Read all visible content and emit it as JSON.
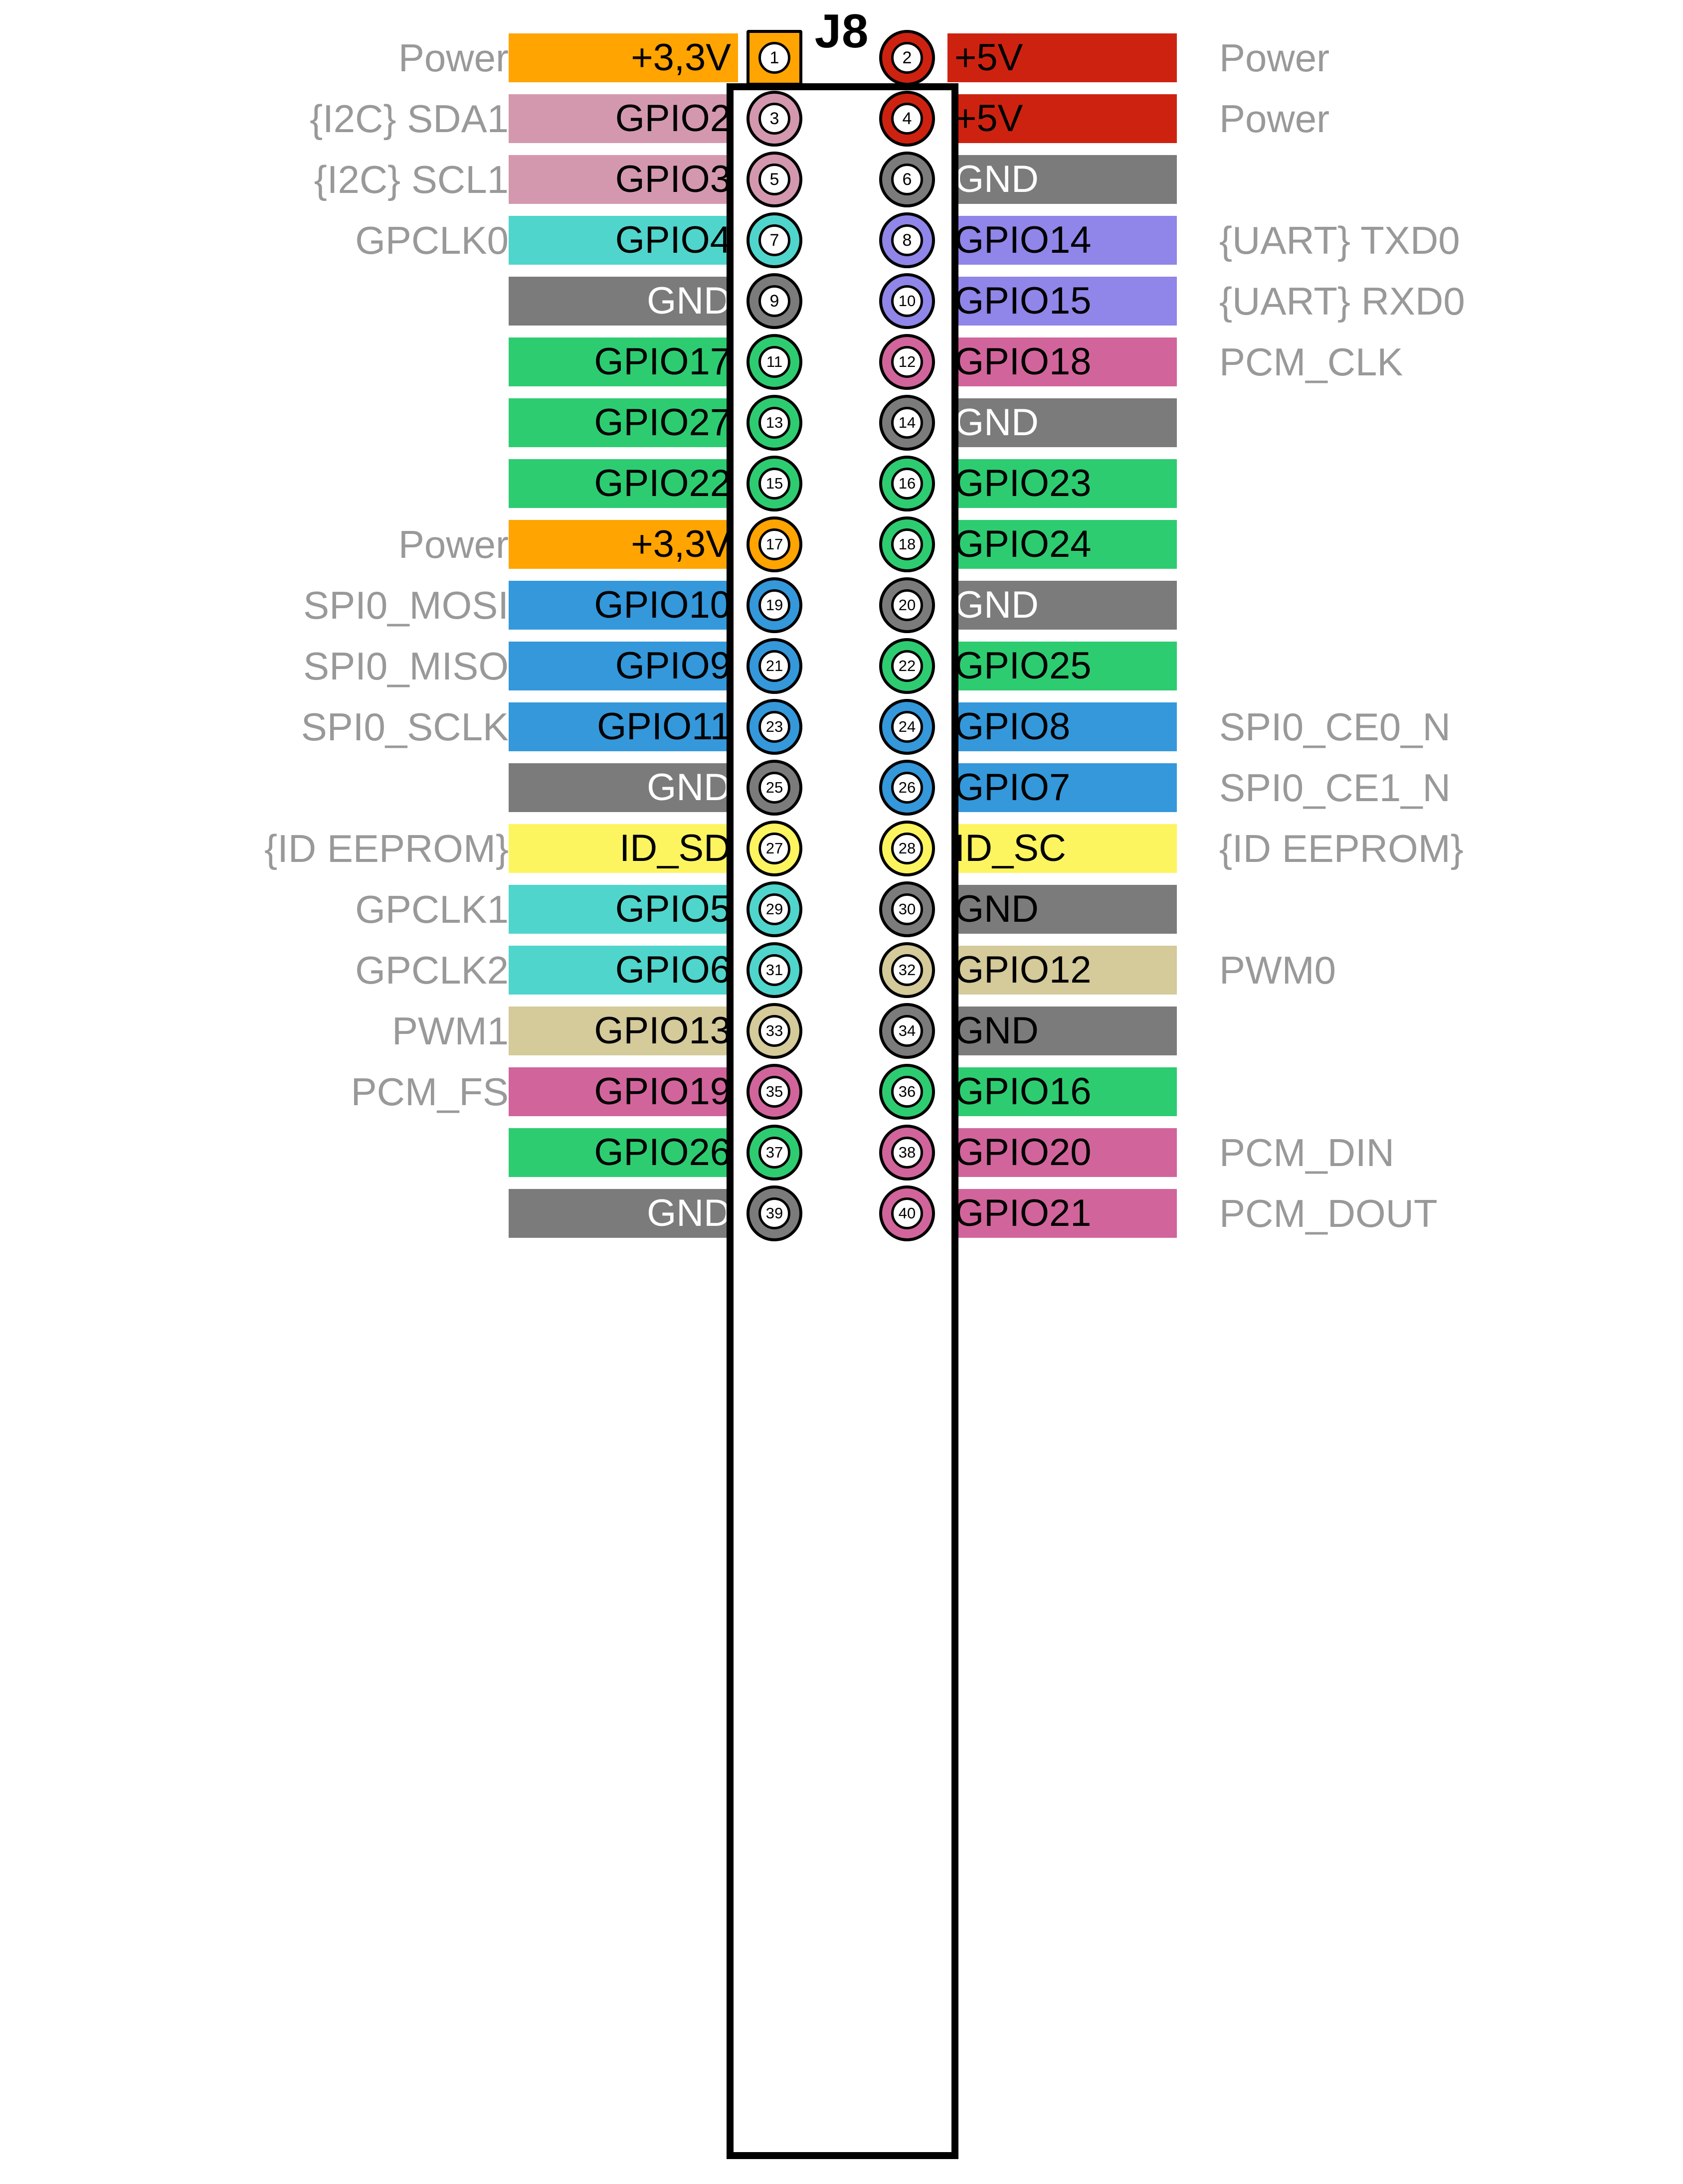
{
  "header": {
    "title": "J8"
  },
  "colors": {
    "power_3v3": "#FFA400",
    "power_5v": "#CE2211",
    "ground": "#7B7B7B",
    "i2c": "#D498AE",
    "gpclk": "#50D5CC",
    "uart": "#9085E8",
    "gpio_green": "#2ECC71",
    "pcm": "#D1659B",
    "spi": "#3498DB",
    "eeprom": "#FDF55F",
    "pwm": "#D4CA9A",
    "label_gray": "#999999",
    "outline": "#000000",
    "white": "#FFFFFF"
  },
  "rows": [
    {
      "pin_left": "1",
      "pin_right": "2",
      "left_fn": "Power",
      "left_name": "+3,3V",
      "left_color": "#FFA400",
      "left_text": "#000000",
      "left_shape": "square",
      "right_fn": "Power",
      "right_name": "+5V",
      "right_color": "#CE2211",
      "right_text": "#000000",
      "right_shape": "circle"
    },
    {
      "pin_left": "3",
      "pin_right": "4",
      "left_fn": "{I2C} SDA1",
      "left_name": "GPIO2",
      "left_color": "#D498AE",
      "left_text": "#000000",
      "left_shape": "circle",
      "right_fn": "Power",
      "right_name": "+5V",
      "right_color": "#CE2211",
      "right_text": "#000000",
      "right_shape": "circle"
    },
    {
      "pin_left": "5",
      "pin_right": "6",
      "left_fn": "{I2C} SCL1",
      "left_name": "GPIO3",
      "left_color": "#D498AE",
      "left_text": "#000000",
      "left_shape": "circle",
      "right_fn": "",
      "right_name": "GND",
      "right_color": "#7B7B7B",
      "right_text": "#FFFFFF",
      "right_shape": "circle"
    },
    {
      "pin_left": "7",
      "pin_right": "8",
      "left_fn": "GPCLK0",
      "left_name": "GPIO4",
      "left_color": "#50D5CC",
      "left_text": "#000000",
      "left_shape": "circle",
      "right_fn": "{UART} TXD0",
      "right_name": "GPIO14",
      "right_color": "#9085E8",
      "right_text": "#000000",
      "right_shape": "circle"
    },
    {
      "pin_left": "9",
      "pin_right": "10",
      "left_fn": "",
      "left_name": "GND",
      "left_color": "#7B7B7B",
      "left_text": "#FFFFFF",
      "left_shape": "circle",
      "right_fn": "{UART} RXD0",
      "right_name": "GPIO15",
      "right_color": "#9085E8",
      "right_text": "#000000",
      "right_shape": "circle"
    },
    {
      "pin_left": "11",
      "pin_right": "12",
      "left_fn": "",
      "left_name": "GPIO17",
      "left_color": "#2ECC71",
      "left_text": "#000000",
      "left_shape": "circle",
      "right_fn": "PCM_CLK",
      "right_name": "GPIO18",
      "right_color": "#D1659B",
      "right_text": "#000000",
      "right_shape": "circle"
    },
    {
      "pin_left": "13",
      "pin_right": "14",
      "left_fn": "",
      "left_name": "GPIO27",
      "left_color": "#2ECC71",
      "left_text": "#000000",
      "left_shape": "circle",
      "right_fn": "",
      "right_name": "GND",
      "right_color": "#7B7B7B",
      "right_text": "#FFFFFF",
      "right_shape": "circle"
    },
    {
      "pin_left": "15",
      "pin_right": "16",
      "left_fn": "",
      "left_name": "GPIO22",
      "left_color": "#2ECC71",
      "left_text": "#000000",
      "left_shape": "circle",
      "right_fn": "",
      "right_name": "GPIO23",
      "right_color": "#2ECC71",
      "right_text": "#000000",
      "right_shape": "circle"
    },
    {
      "pin_left": "17",
      "pin_right": "18",
      "left_fn": "Power",
      "left_name": "+3,3V",
      "left_color": "#FFA400",
      "left_text": "#000000",
      "left_shape": "circle",
      "right_fn": "",
      "right_name": "GPIO24",
      "right_color": "#2ECC71",
      "right_text": "#000000",
      "right_shape": "circle"
    },
    {
      "pin_left": "19",
      "pin_right": "20",
      "left_fn": "SPI0_MOSI",
      "left_name": "GPIO10",
      "left_color": "#3498DB",
      "left_text": "#000000",
      "left_shape": "circle",
      "right_fn": "",
      "right_name": "GND",
      "right_color": "#7B7B7B",
      "right_text": "#FFFFFF",
      "right_shape": "circle"
    },
    {
      "pin_left": "21",
      "pin_right": "22",
      "left_fn": "SPI0_MISO",
      "left_name": "GPIO9",
      "left_color": "#3498DB",
      "left_text": "#000000",
      "left_shape": "circle",
      "right_fn": "",
      "right_name": "GPIO25",
      "right_color": "#2ECC71",
      "right_text": "#000000",
      "right_shape": "circle"
    },
    {
      "pin_left": "23",
      "pin_right": "24",
      "left_fn": "SPI0_SCLK",
      "left_name": "GPIO11",
      "left_color": "#3498DB",
      "left_text": "#000000",
      "left_shape": "circle",
      "right_fn": "SPI0_CE0_N",
      "right_name": "GPIO8",
      "right_color": "#3498DB",
      "right_text": "#000000",
      "right_shape": "circle"
    },
    {
      "pin_left": "25",
      "pin_right": "26",
      "left_fn": "",
      "left_name": "GND",
      "left_color": "#7B7B7B",
      "left_text": "#FFFFFF",
      "left_shape": "circle",
      "right_fn": "SPI0_CE1_N",
      "right_name": "GPIO7",
      "right_color": "#3498DB",
      "right_text": "#000000",
      "right_shape": "circle"
    },
    {
      "pin_left": "27",
      "pin_right": "28",
      "left_fn": "{ID EEPROM}",
      "left_name": "ID_SD",
      "left_color": "#FDF55F",
      "left_text": "#000000",
      "left_shape": "circle",
      "right_fn": "{ID EEPROM}",
      "right_name": "ID_SC",
      "right_color": "#FDF55F",
      "right_text": "#000000",
      "right_shape": "circle"
    },
    {
      "pin_left": "29",
      "pin_right": "30",
      "left_fn": "GPCLK1",
      "left_name": "GPIO5",
      "left_color": "#50D5CC",
      "left_text": "#000000",
      "left_shape": "circle",
      "right_fn": "",
      "right_name": "GND",
      "right_color": "#7B7B7B",
      "right_text": "#000000",
      "right_shape": "circle"
    },
    {
      "pin_left": "31",
      "pin_right": "32",
      "left_fn": "GPCLK2",
      "left_name": "GPIO6",
      "left_color": "#50D5CC",
      "left_text": "#000000",
      "left_shape": "circle",
      "right_fn": "PWM0",
      "right_name": "GPIO12",
      "right_color": "#D4CA9A",
      "right_text": "#000000",
      "right_shape": "circle"
    },
    {
      "pin_left": "33",
      "pin_right": "34",
      "left_fn": "PWM1",
      "left_name": "GPIO13",
      "left_color": "#D4CA9A",
      "left_text": "#000000",
      "left_shape": "circle",
      "right_fn": "",
      "right_name": "GND",
      "right_color": "#7B7B7B",
      "right_text": "#000000",
      "right_shape": "circle"
    },
    {
      "pin_left": "35",
      "pin_right": "36",
      "left_fn": "PCM_FS",
      "left_name": "GPIO19",
      "left_color": "#D1659B",
      "left_text": "#000000",
      "left_shape": "circle",
      "right_fn": "",
      "right_name": "GPIO16",
      "right_color": "#2ECC71",
      "right_text": "#000000",
      "right_shape": "circle"
    },
    {
      "pin_left": "37",
      "pin_right": "38",
      "left_fn": "",
      "left_name": "GPIO26",
      "left_color": "#2ECC71",
      "left_text": "#000000",
      "left_shape": "circle",
      "right_fn": "PCM_DIN",
      "right_name": "GPIO20",
      "right_color": "#D1659B",
      "right_text": "#000000",
      "right_shape": "circle"
    },
    {
      "pin_left": "39",
      "pin_right": "40",
      "left_fn": "",
      "left_name": "GND",
      "left_color": "#7B7B7B",
      "left_text": "#FFFFFF",
      "left_shape": "circle",
      "right_fn": "PCM_DOUT",
      "right_name": "GPIO21",
      "right_color": "#D1659B",
      "right_text": "#000000",
      "right_shape": "circle"
    }
  ]
}
